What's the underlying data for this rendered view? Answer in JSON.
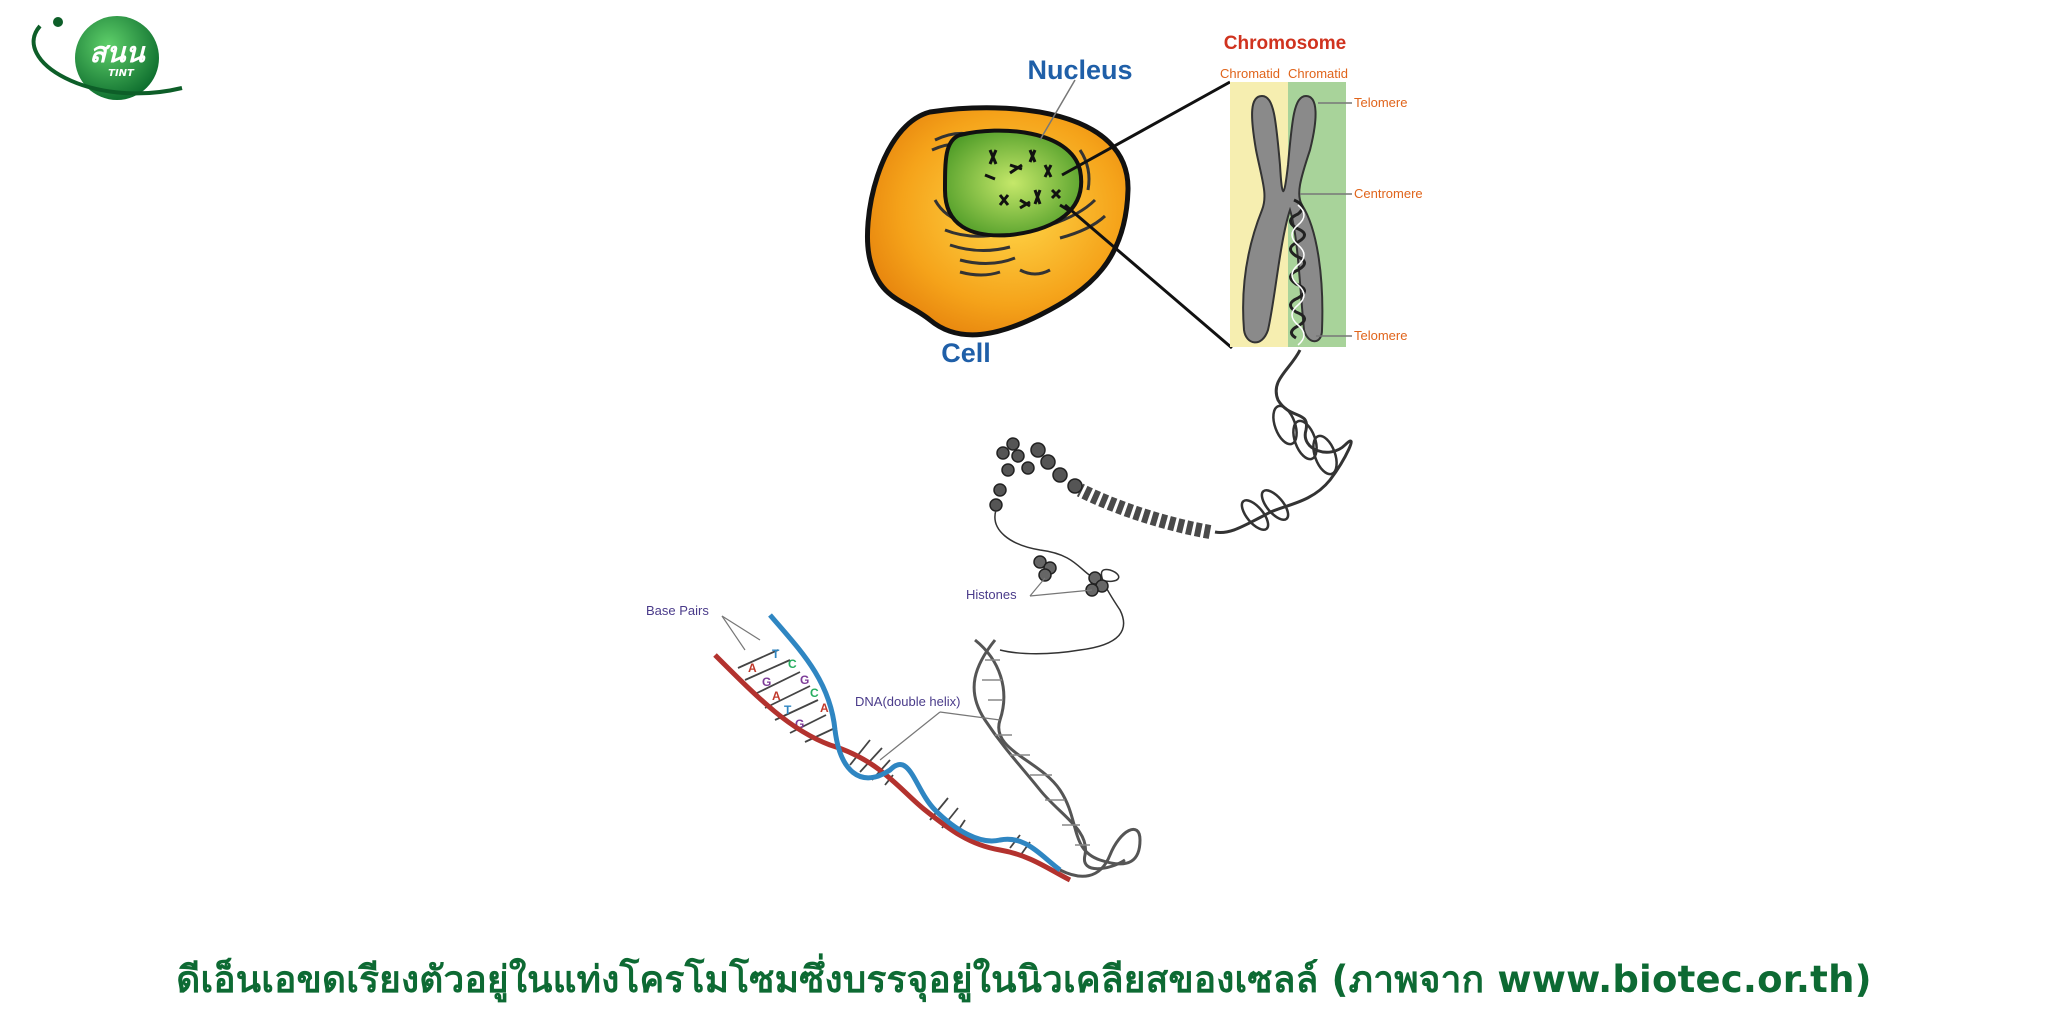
{
  "logo": {
    "word": "สนน",
    "sub": "TINT"
  },
  "labels": {
    "nucleus": "Nucleus",
    "cell": "Cell",
    "chromosome": "Chromosome",
    "chromatid_left": "Chromatid",
    "chromatid_right": "Chromatid",
    "telomere_top": "Telomere",
    "centromere": "Centromere",
    "telomere_bottom": "Telomere",
    "histones": "Histones",
    "base_pairs": "Base Pairs",
    "dna": "DNA(double helix)"
  },
  "base_letters": [
    "A",
    "T",
    "G",
    "C",
    "A",
    "G",
    "T",
    "C",
    "G",
    "A"
  ],
  "caption": "ดีเอ็นเอขดเรียงตัวอยู่ในแท่งโครโมโซมซึ่งบรรจุอยู่ในนิวเคลียสของเซลล์ (ภาพจาก www.biotec.or.th)",
  "colors": {
    "nucleus_label": "#1f5fa8",
    "chromosome_label": "#d0331f",
    "chromatid_label": "#e0641b",
    "caption": "#0d6a33",
    "cell_fill": "#f5a31a",
    "nucleus_fill": "#5fae2e",
    "strand_red": "#b3322e",
    "strand_blue": "#2f86c2"
  }
}
